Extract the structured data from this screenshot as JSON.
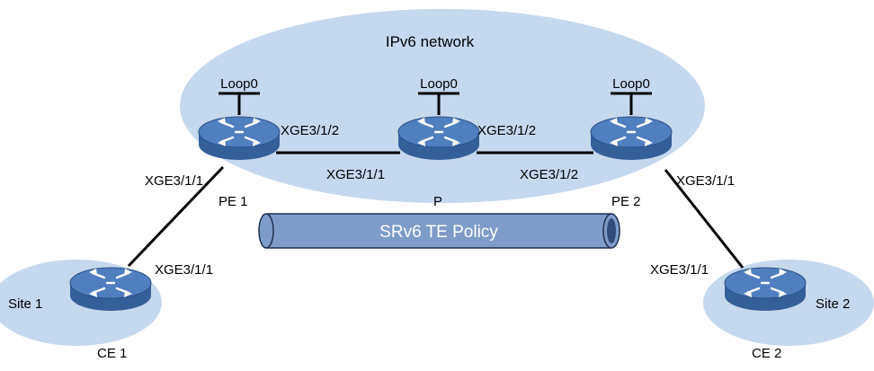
{
  "network": {
    "label": "IPv6 network"
  },
  "tunnel": {
    "label": "SRv6 TE Policy"
  },
  "nodes": {
    "pe1": {
      "name": "PE 1",
      "loopback": "Loop0",
      "port_east": "XGE3/1/2",
      "port_south": "XGE3/1/1"
    },
    "p": {
      "name": "P",
      "loopback": "Loop0",
      "port_west": "XGE3/1/1",
      "port_east": "XGE3/1/2"
    },
    "pe2": {
      "name": "PE 2",
      "loopback": "Loop0",
      "port_west": "XGE3/1/2",
      "port_south": "XGE3/1/1"
    },
    "ce1": {
      "name": "CE 1",
      "port": "XGE3/1/1"
    },
    "ce2": {
      "name": "CE 2",
      "port": "XGE3/1/1"
    }
  },
  "sites": {
    "site1": {
      "label": "Site 1"
    },
    "site2": {
      "label": "Site 2"
    }
  },
  "colors": {
    "cloud": "#c6d8ee",
    "router_top": "#4f7fbf",
    "router_side": "#34609a",
    "tunnel": "#7d9cca",
    "link": "#000000"
  }
}
